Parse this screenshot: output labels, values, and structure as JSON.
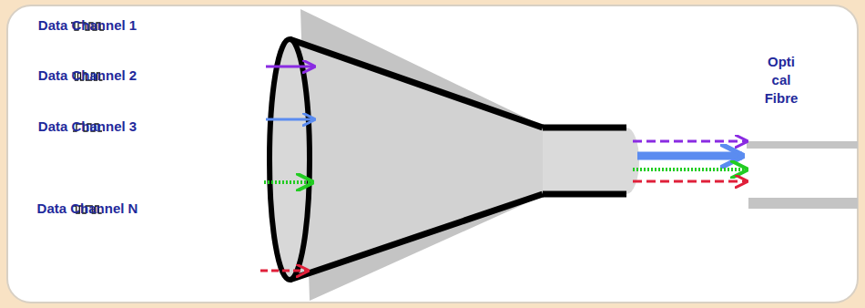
{
  "diagram": {
    "labels": [
      "Data Channel 1",
      "Data Channel 2",
      "Data Channel 3",
      "Data Channel N",
      "Opti cal Fibre"
    ]
  }
}
